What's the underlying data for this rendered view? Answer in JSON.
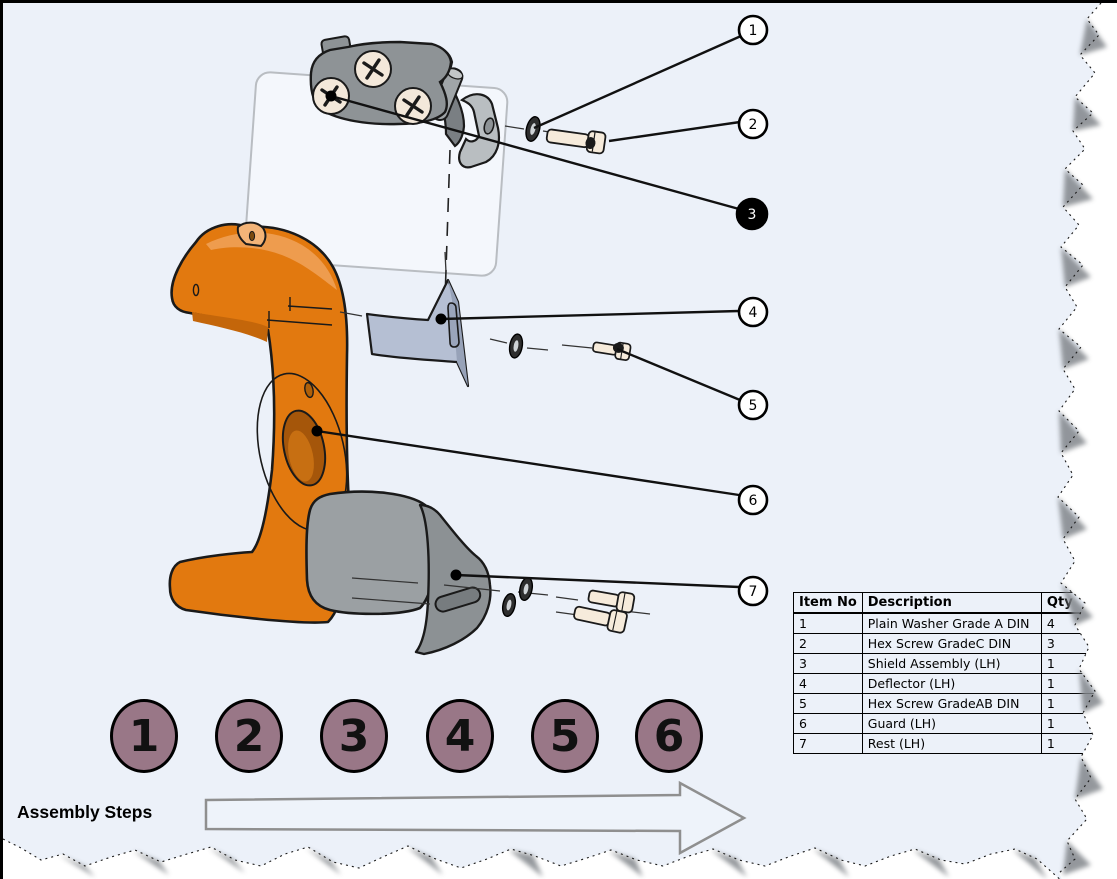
{
  "window": {
    "background_color": "#ECF1F9",
    "border_color": "#000000"
  },
  "drawing": {
    "balloons": [
      {
        "label": "1",
        "filled": false
      },
      {
        "label": "2",
        "filled": false
      },
      {
        "label": "3",
        "filled": true
      },
      {
        "label": "4",
        "filled": false
      },
      {
        "label": "5",
        "filled": false
      },
      {
        "label": "6",
        "filled": false
      },
      {
        "label": "7",
        "filled": false
      }
    ],
    "part_colors": {
      "guard_orange": "#E2790F",
      "guard_highlight": "#F0A055",
      "bracket_gray": "#8E9396",
      "deflector_blue_gray": "#B5BFD3",
      "rest_gray": "#9BA0A3",
      "fastener_cream": "#F6EBDB"
    }
  },
  "parts_table": {
    "headers": [
      "Item No",
      "Description",
      "Qty"
    ],
    "rows": [
      {
        "item": "1",
        "description": "Plain Washer Grade A DIN",
        "qty": "4"
      },
      {
        "item": "2",
        "description": "Hex Screw GradeC DIN",
        "qty": "3"
      },
      {
        "item": "3",
        "description": "Shield Assembly (LH)",
        "qty": "1"
      },
      {
        "item": "4",
        "description": "Deflector (LH)",
        "qty": "1"
      },
      {
        "item": "5",
        "description": "Hex Screw GradeAB DIN",
        "qty": "1"
      },
      {
        "item": "6",
        "description": "Guard (LH)",
        "qty": "1"
      },
      {
        "item": "7",
        "description": "Rest (LH)",
        "qty": "1"
      }
    ]
  },
  "assembly_steps": {
    "label": "Assembly Steps",
    "circle_color": "#997787",
    "steps": [
      "1",
      "2",
      "3",
      "4",
      "5",
      "6"
    ]
  }
}
